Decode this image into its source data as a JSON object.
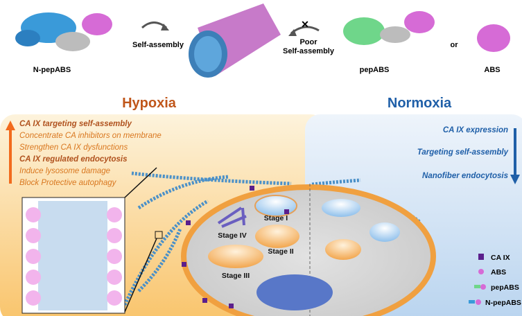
{
  "top": {
    "n_pepabs_label": "N-pepABS",
    "self_assembly_label": "Self-assembly",
    "poor_label_1": "Poor",
    "poor_label_2": "Self-assembly",
    "pepabs_label": "pepABS",
    "or_label": "or",
    "abs_label": "ABS"
  },
  "hypoxia": {
    "title": "Hypoxia",
    "lines": [
      "CA IX targeting self-assembly",
      "Concentrate CA inhibitors on membrane",
      "Strengthen CA IX dysfunctions",
      "CA IX regulated endocytosis",
      "Induce lysosome damage",
      "Block Protective autophagy"
    ]
  },
  "normoxia": {
    "title": "Normoxia",
    "lines": [
      "CA IX expression",
      "Targeting self-assembly",
      "Nanofiber endocytosis"
    ]
  },
  "stages": [
    "Stage I",
    "Stage II",
    "Stage III",
    "Stage IV"
  ],
  "legend": [
    "CA IX",
    "ABS",
    "pepABS",
    "N-pepABS"
  ],
  "colors": {
    "hypoxia": "#c0561a",
    "hypoxia_text": "#d9771f",
    "normoxia": "#1f5fa8",
    "caix": "#5b1f8c",
    "abs": "#d66bd6",
    "pepabs": "#6fd68a",
    "n_pepabs": "#3a9ad9"
  }
}
